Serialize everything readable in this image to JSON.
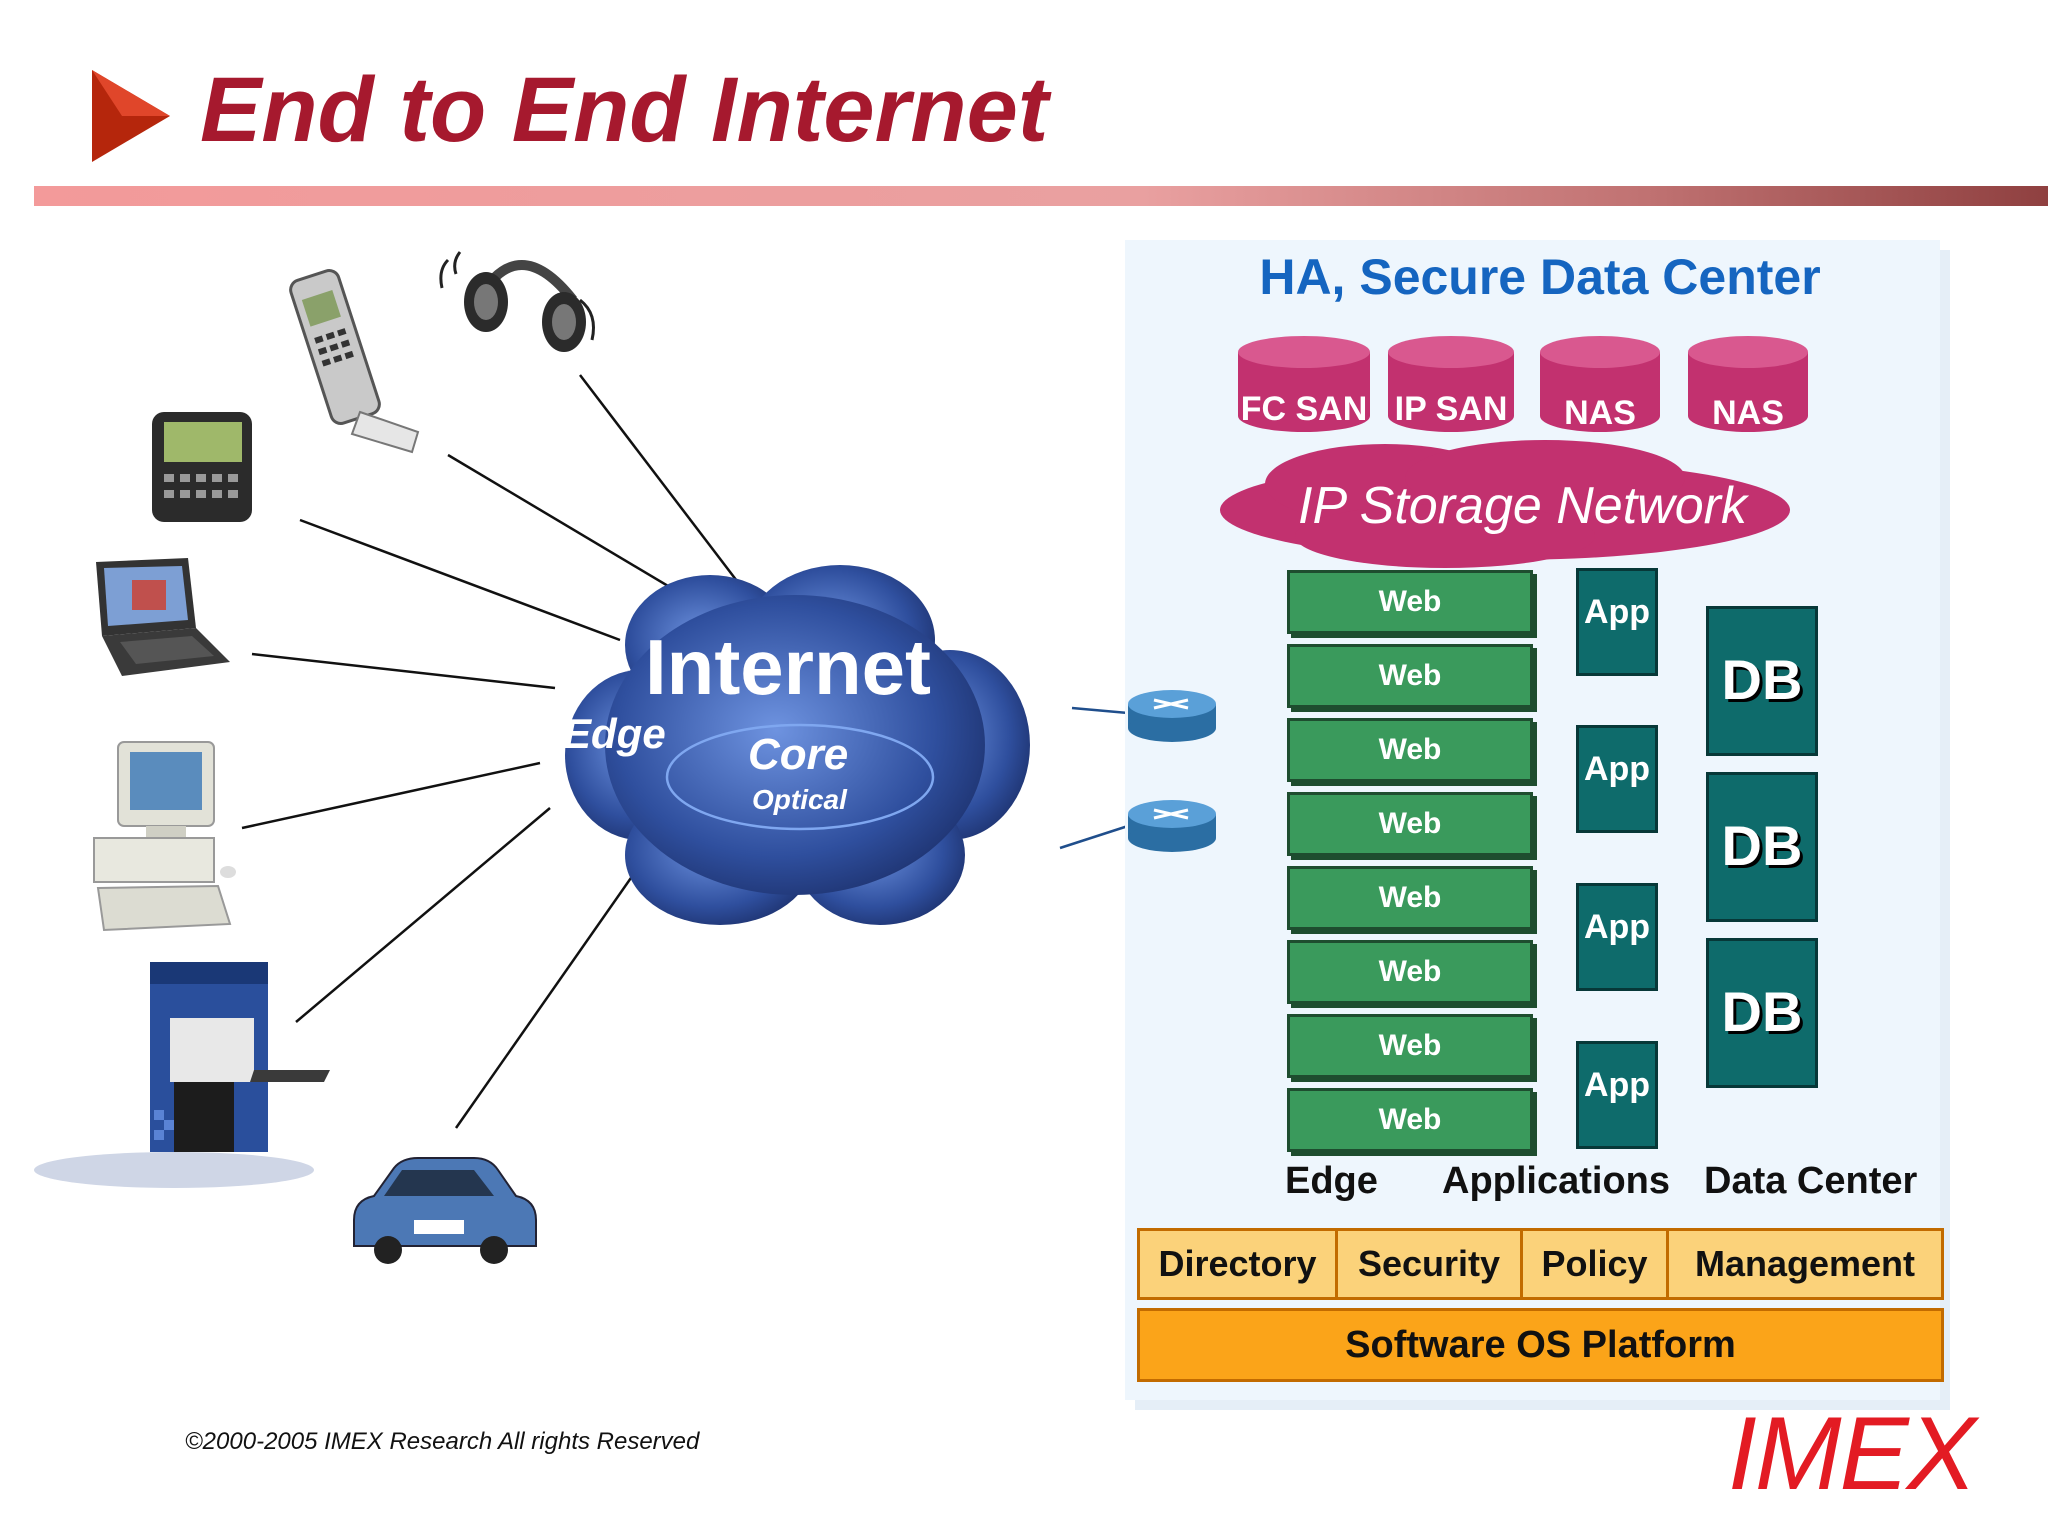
{
  "header": {
    "title": "End to End Internet"
  },
  "internet": {
    "label": "Internet",
    "edge_label": "Edge",
    "core_label": "Core",
    "optical_label": "Optical"
  },
  "datacenter": {
    "title": "HA, Secure Data Center",
    "storage": [
      "FC SAN",
      "IP SAN",
      "NAS",
      "NAS"
    ],
    "storage_network": "IP Storage Network",
    "web": [
      "Web",
      "Web",
      "Web",
      "Web",
      "Web",
      "Web",
      "Web",
      "Web"
    ],
    "apps": [
      "App",
      "App",
      "App",
      "App"
    ],
    "dbs": [
      "DB",
      "DB",
      "DB"
    ],
    "tiers": [
      "Edge",
      "Applications",
      "Data Center"
    ],
    "services": [
      "Directory",
      "Security",
      "Policy",
      "Management"
    ],
    "platform": "Software OS Platform"
  },
  "devices": [
    "headphones",
    "cell-phone",
    "pager",
    "laptop",
    "desktop-pc",
    "kiosk",
    "car"
  ],
  "colors": {
    "title": "#a6192e",
    "dc_title": "#1565c0",
    "storage": "#c2316f",
    "web": "#3a9a5c",
    "app_db": "#0e6b6b",
    "services": "#fbd27a",
    "platform": "#fba419",
    "logo": "#e31b23"
  },
  "footer": {
    "copyright": "©2000-2005  IMEX Research All rights Reserved",
    "logo": "IMEX"
  }
}
